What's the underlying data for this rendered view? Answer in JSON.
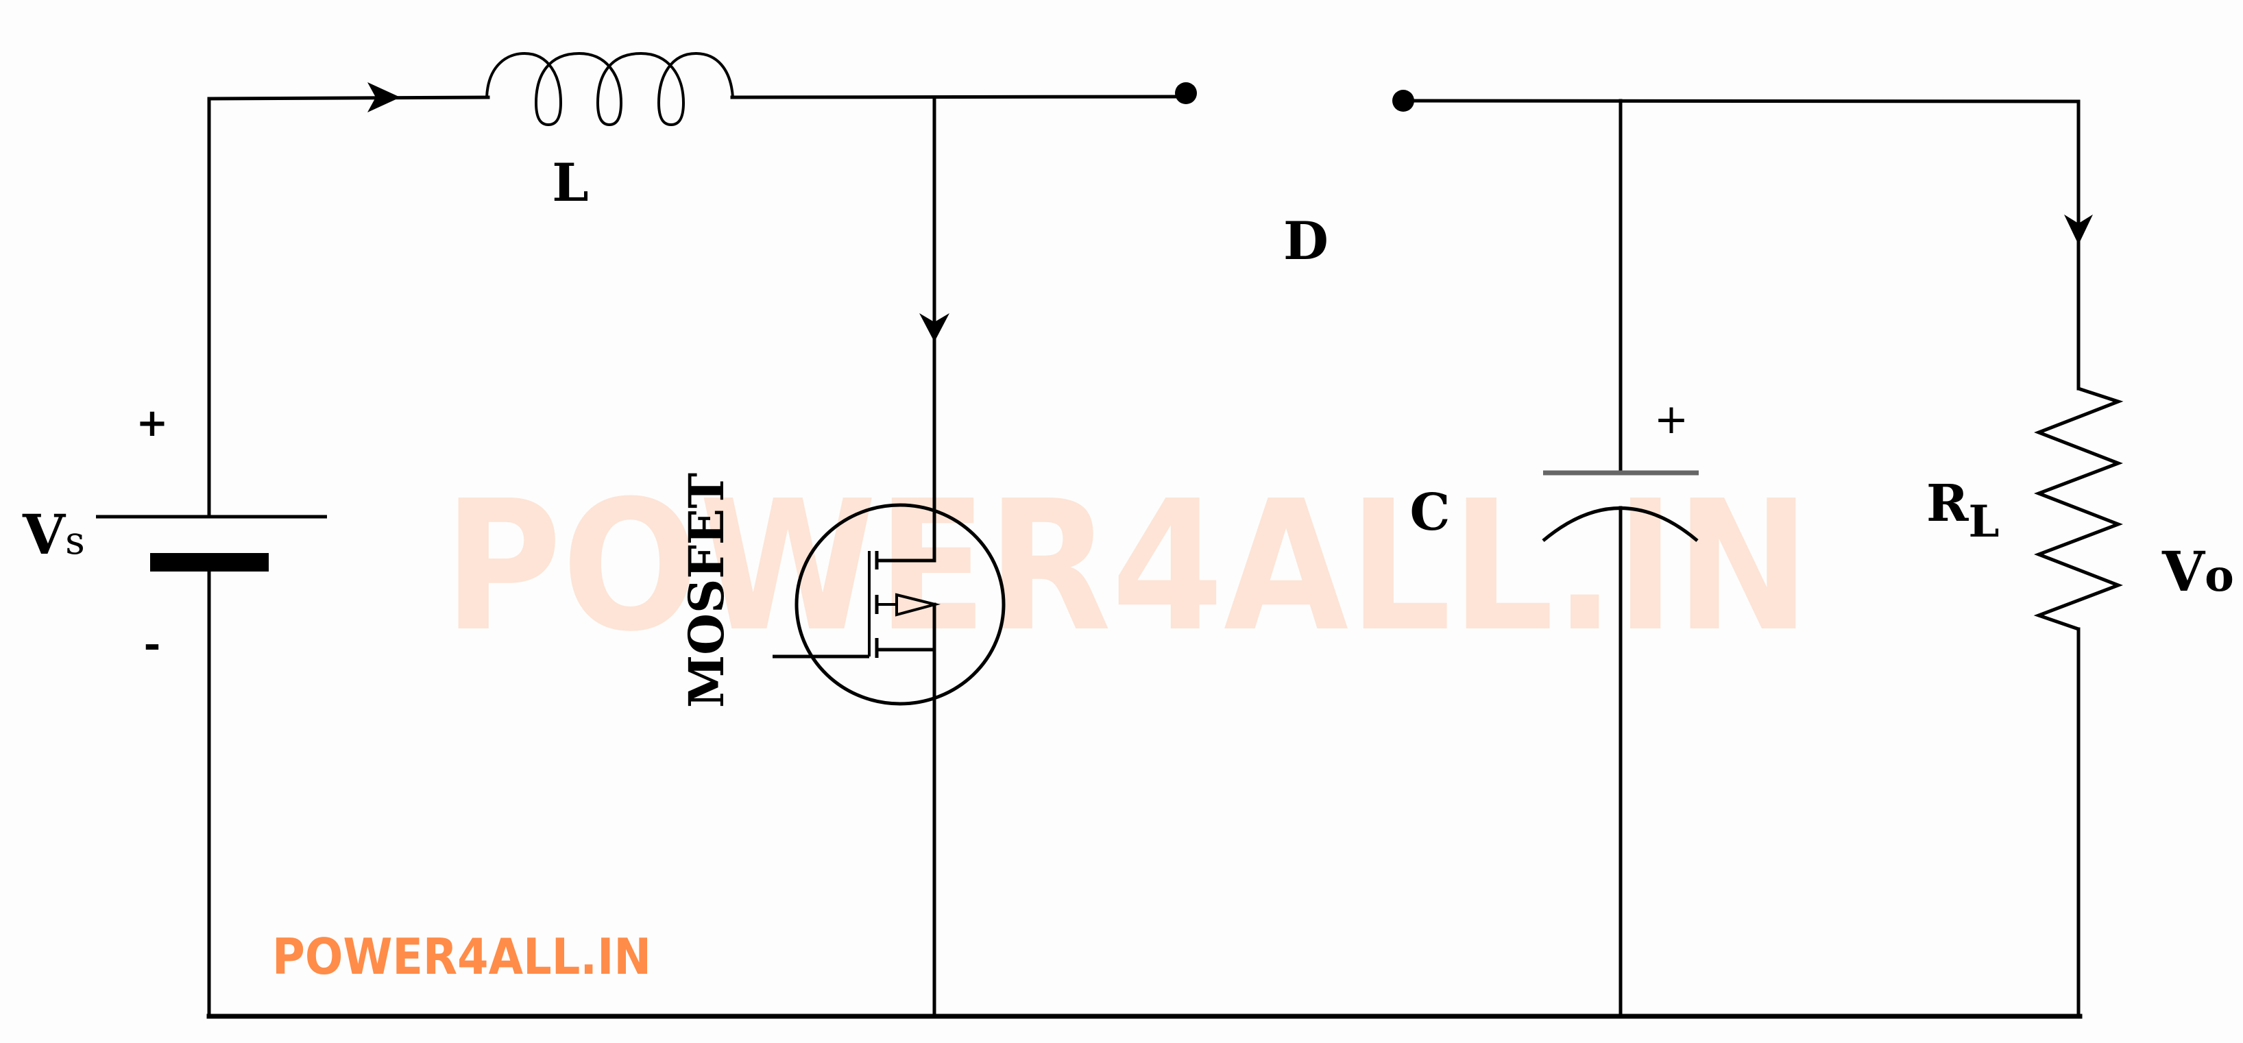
{
  "diagram": {
    "type": "boost converter circuit schematic",
    "colors": {
      "wire": "#000000",
      "watermark_large": "#fde4d6",
      "watermark_small": "#ff8c48",
      "capacitor_plate": "#666666",
      "background": "#fdfdfd"
    },
    "labels": {
      "source": "Vs",
      "source_plus": "+",
      "source_minus": "-",
      "inductor": "L",
      "switch": "MOSFET",
      "diode": "D",
      "capacitor": "C",
      "capacitor_plus": "+",
      "load": "R",
      "load_subscript": "L",
      "output_v": "V",
      "output_sub": "o"
    },
    "watermarks": {
      "large": "POWER4ALL.IN",
      "small": "POWER4ALL.IN"
    },
    "components": [
      {
        "id": "Vs",
        "kind": "DC voltage source",
        "position": "left branch"
      },
      {
        "id": "L",
        "kind": "inductor",
        "position": "top, series"
      },
      {
        "id": "MOSFET",
        "kind": "switch",
        "position": "middle branch"
      },
      {
        "id": "D",
        "kind": "diode (open terminals)",
        "position": "top, series"
      },
      {
        "id": "C",
        "kind": "polarized capacitor",
        "position": "output shunt"
      },
      {
        "id": "RL",
        "kind": "load resistor",
        "position": "right branch"
      }
    ],
    "current_arrows": [
      "into inductor (right)",
      "down through MOSFET",
      "down through load"
    ]
  }
}
